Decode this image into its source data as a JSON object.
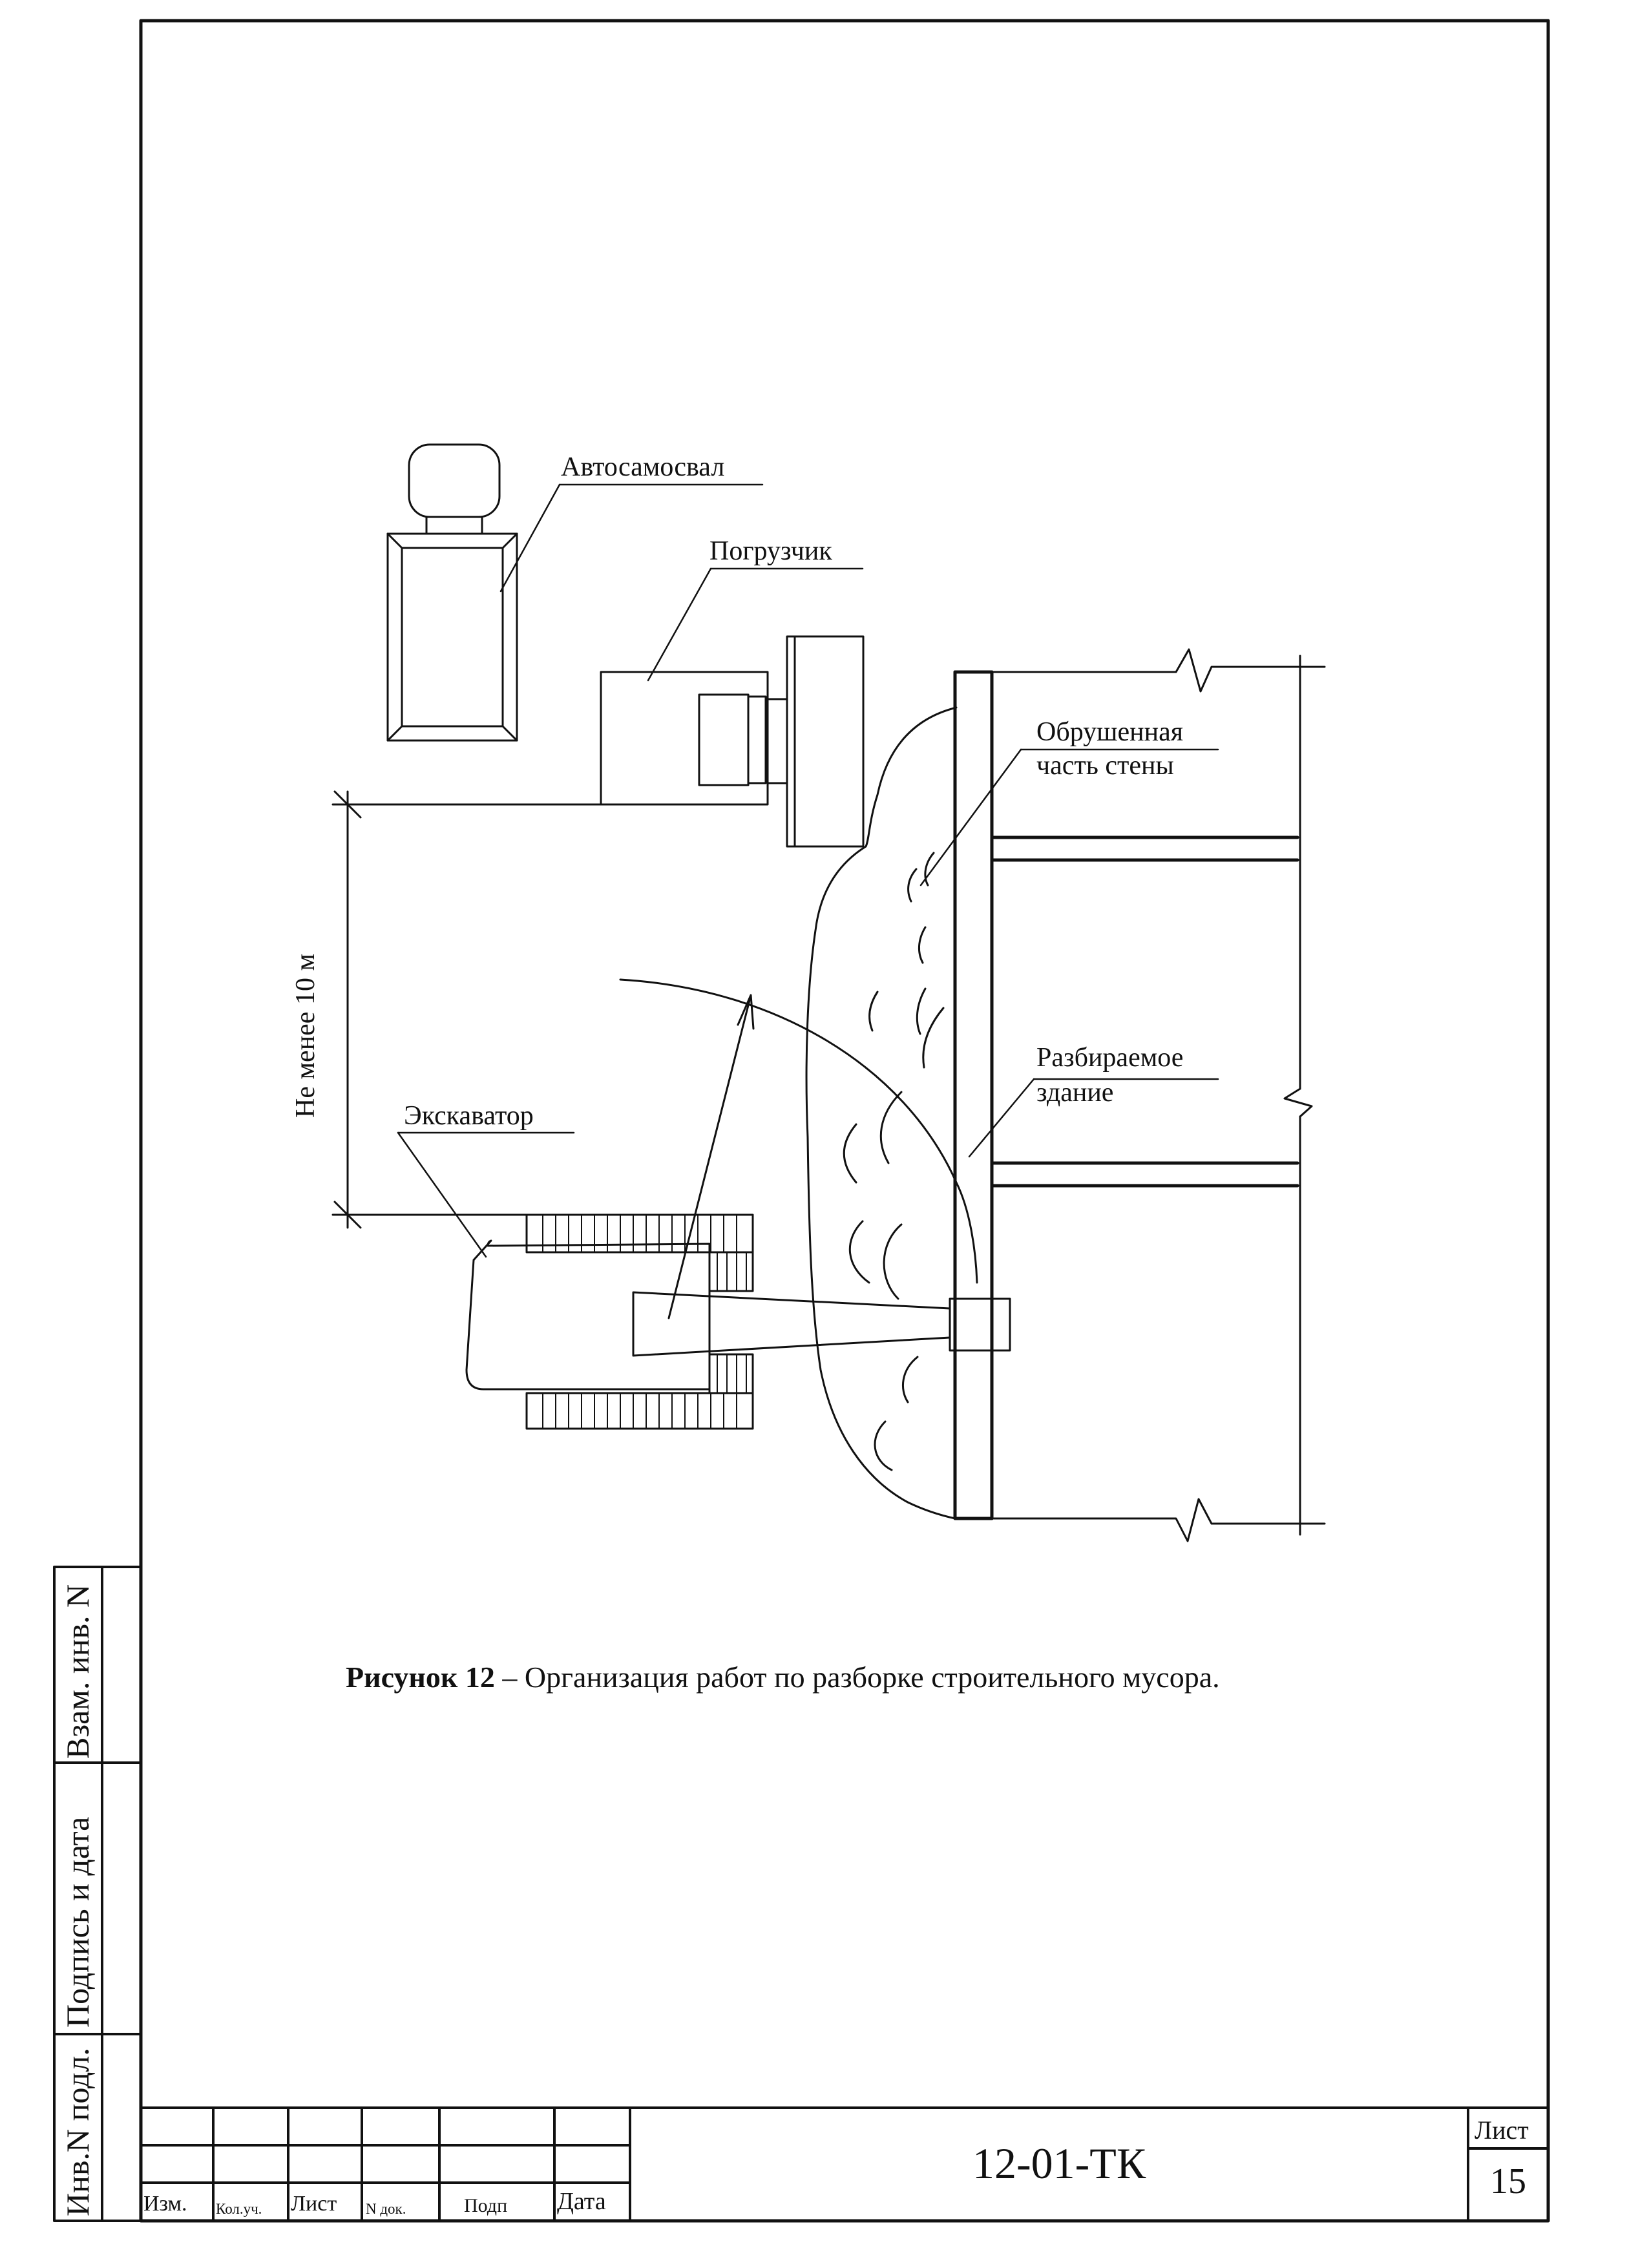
{
  "figure": {
    "labels": {
      "dump_truck": "Автосамосвал",
      "loader": "Погрузчик",
      "collapsed_wall_line1": "Обрушенная",
      "collapsed_wall_line2": "часть стены",
      "building_line1": "Разбираемое",
      "building_line2": "здание",
      "excavator": "Экскаватор",
      "distance": "Не менее 10 м"
    },
    "caption": {
      "number": "Рисунок 12",
      "separator": " – ",
      "text": "Организация работ по разборке строительного мусора."
    }
  },
  "side_stamp": {
    "inv_original": "Инв.N подл.",
    "signature_date": "Подпись и дата",
    "replaced_inv": "Взам. инв. N"
  },
  "title_block": {
    "headers": {
      "izm": "Изм.",
      "kol_uch": "Кол.уч.",
      "list": "Лист",
      "n_dok": "N док.",
      "podp": "Подп",
      "data": "Дата"
    },
    "document_code": "12-01-ТК",
    "sheet_label": "Лист",
    "sheet_number": "15"
  }
}
